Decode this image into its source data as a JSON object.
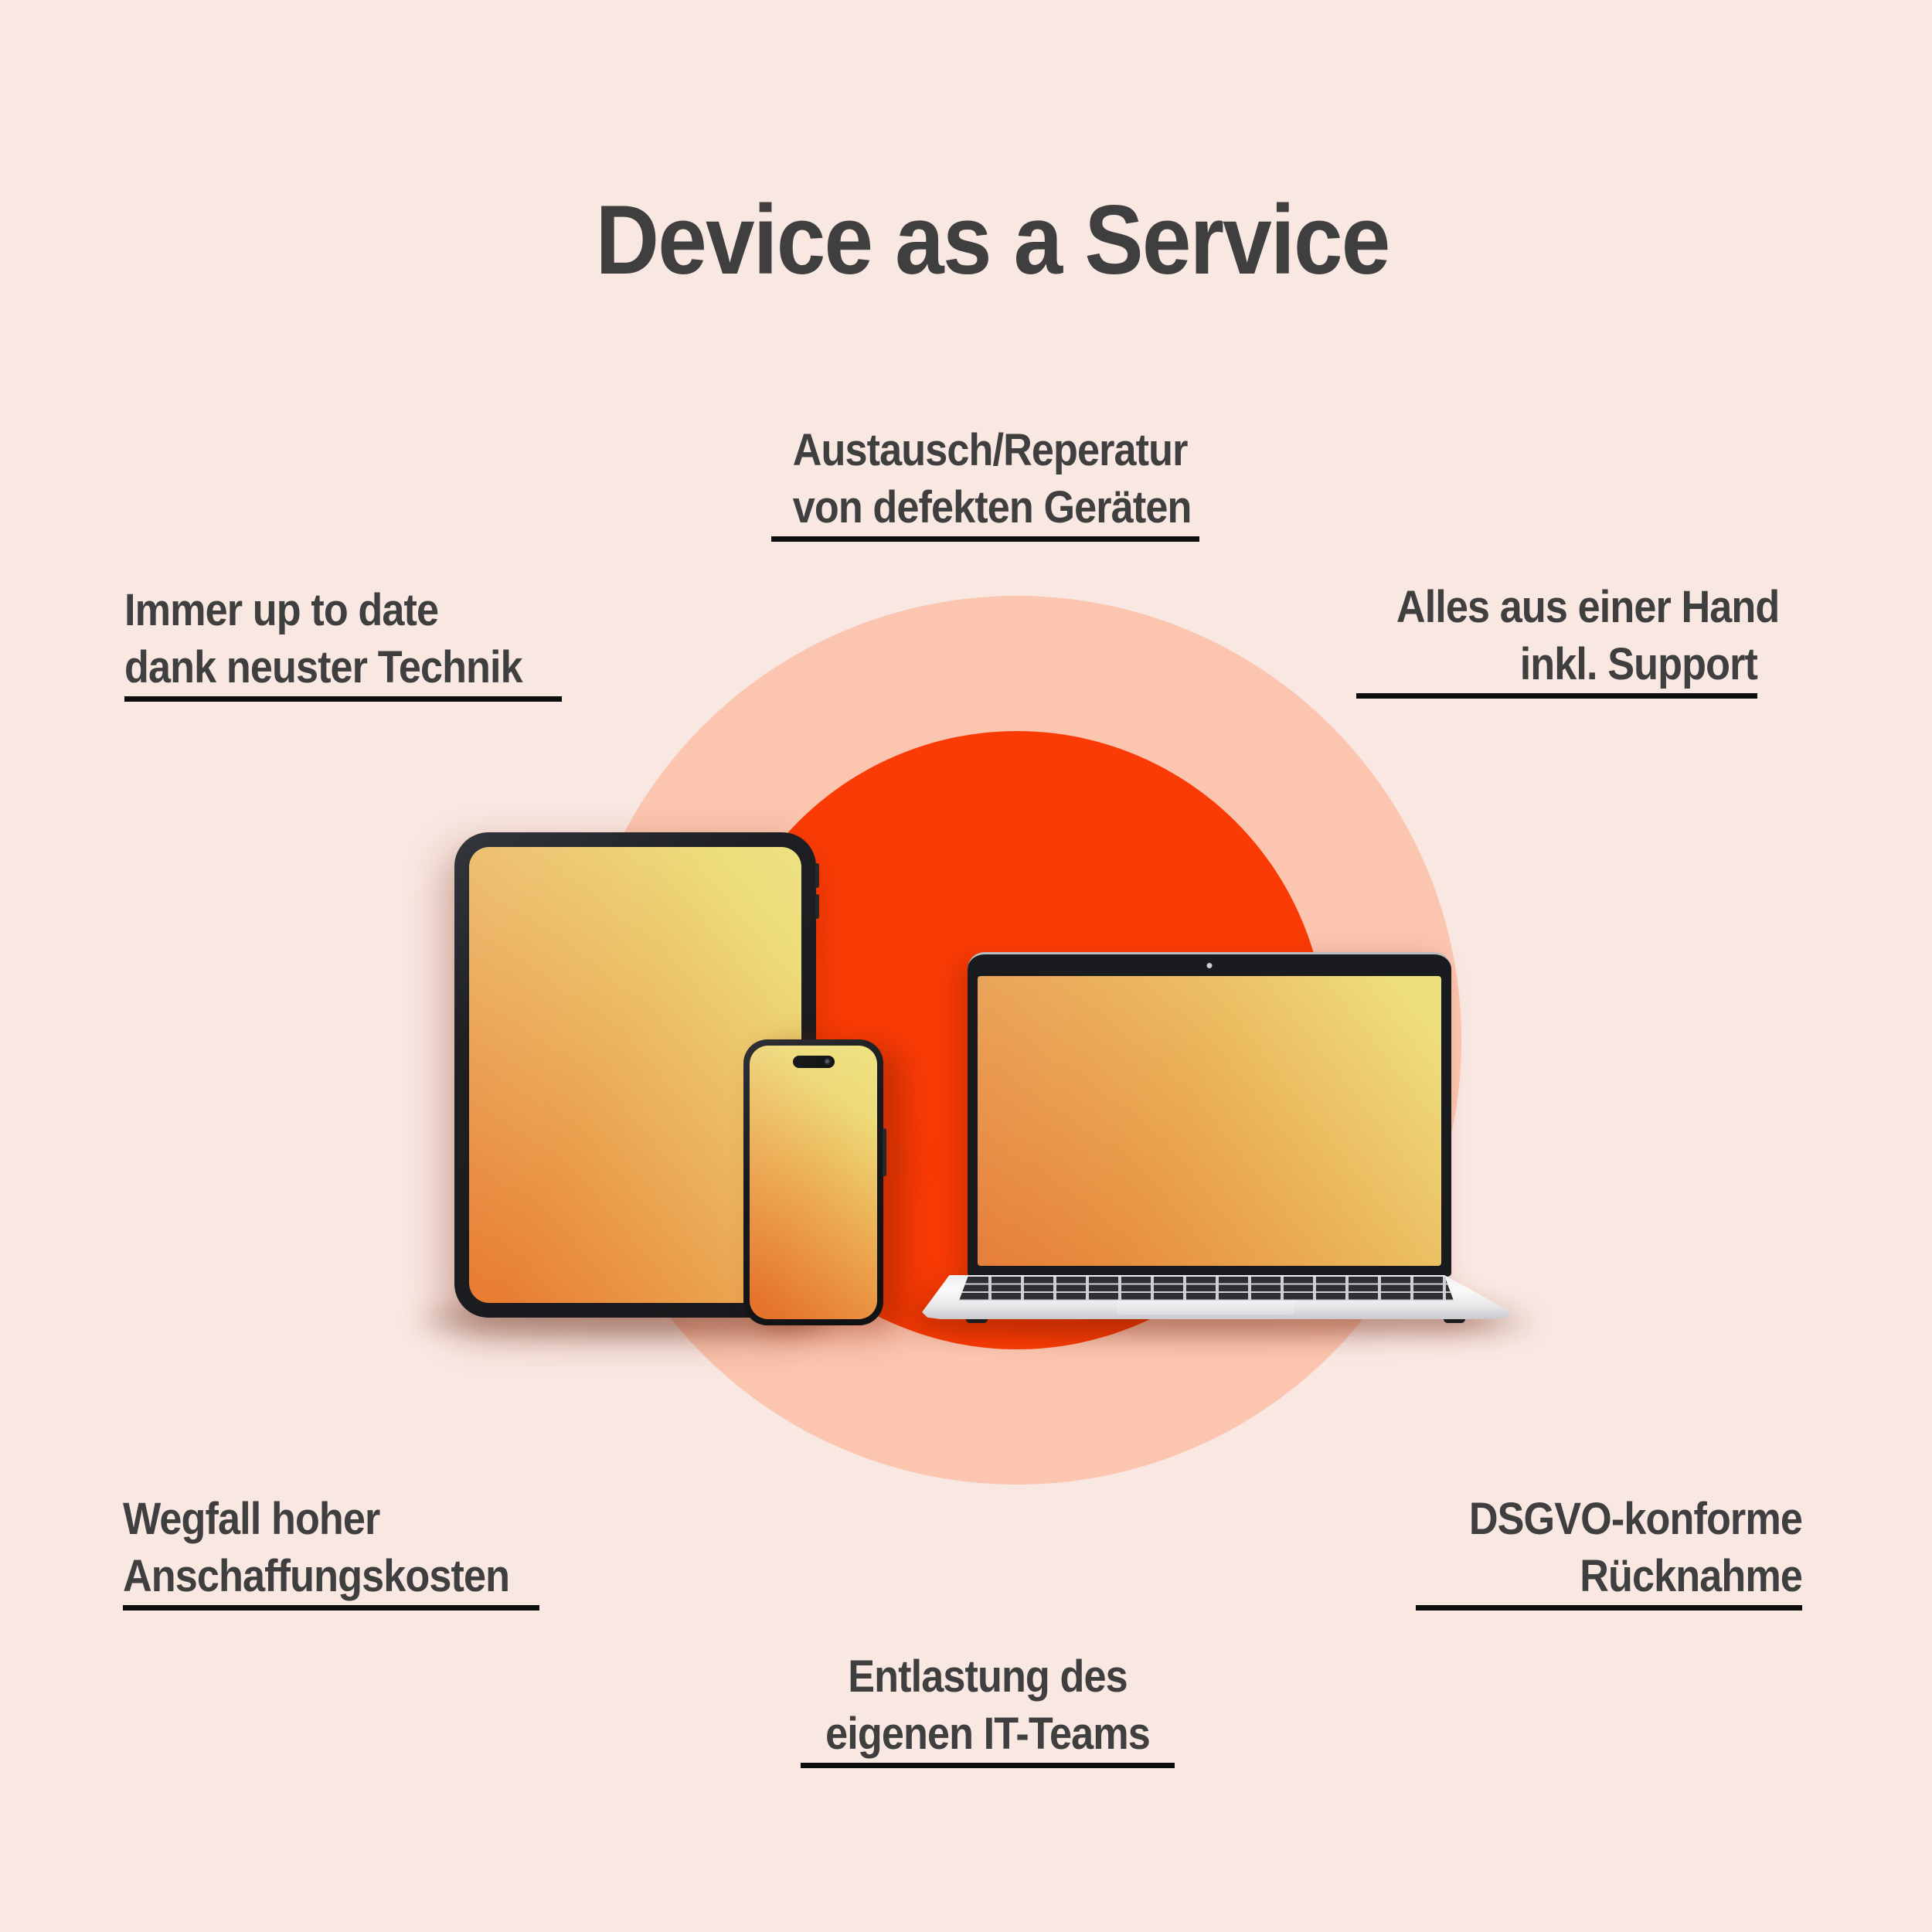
{
  "title": "Device as a Service",
  "labels": {
    "top_center": {
      "line1": "Austausch/Reperatur",
      "line2": "von defekten Geräten"
    },
    "left": {
      "line1": "Immer up to date",
      "line2": "dank neuster Technik"
    },
    "right": {
      "line1": "Alles aus einer Hand",
      "line2": "inkl. Support"
    },
    "bottom_left": {
      "line1": "Wegfall hoher",
      "line2": "Anschaffungskosten"
    },
    "bottom_right": {
      "line1": "DSGVO-konforme",
      "line2": "Rücknahme"
    },
    "bottom_center": {
      "line1": "Entlastung des",
      "line2": "eigenen IT-Teams"
    }
  },
  "devices": [
    {
      "name": "Tablet"
    },
    {
      "name": "Smartphone"
    },
    {
      "name": "Laptop"
    }
  ],
  "colors": {
    "background": "#F9E7E1",
    "circle_outer": "#FBC5AF",
    "circle_inner": "#FA3B05",
    "text": "#3F3F3F",
    "underline": "#0D0D0D",
    "screen_gradient_orange": "#E8813A",
    "screen_gradient_yellow": "#EFE07E"
  }
}
